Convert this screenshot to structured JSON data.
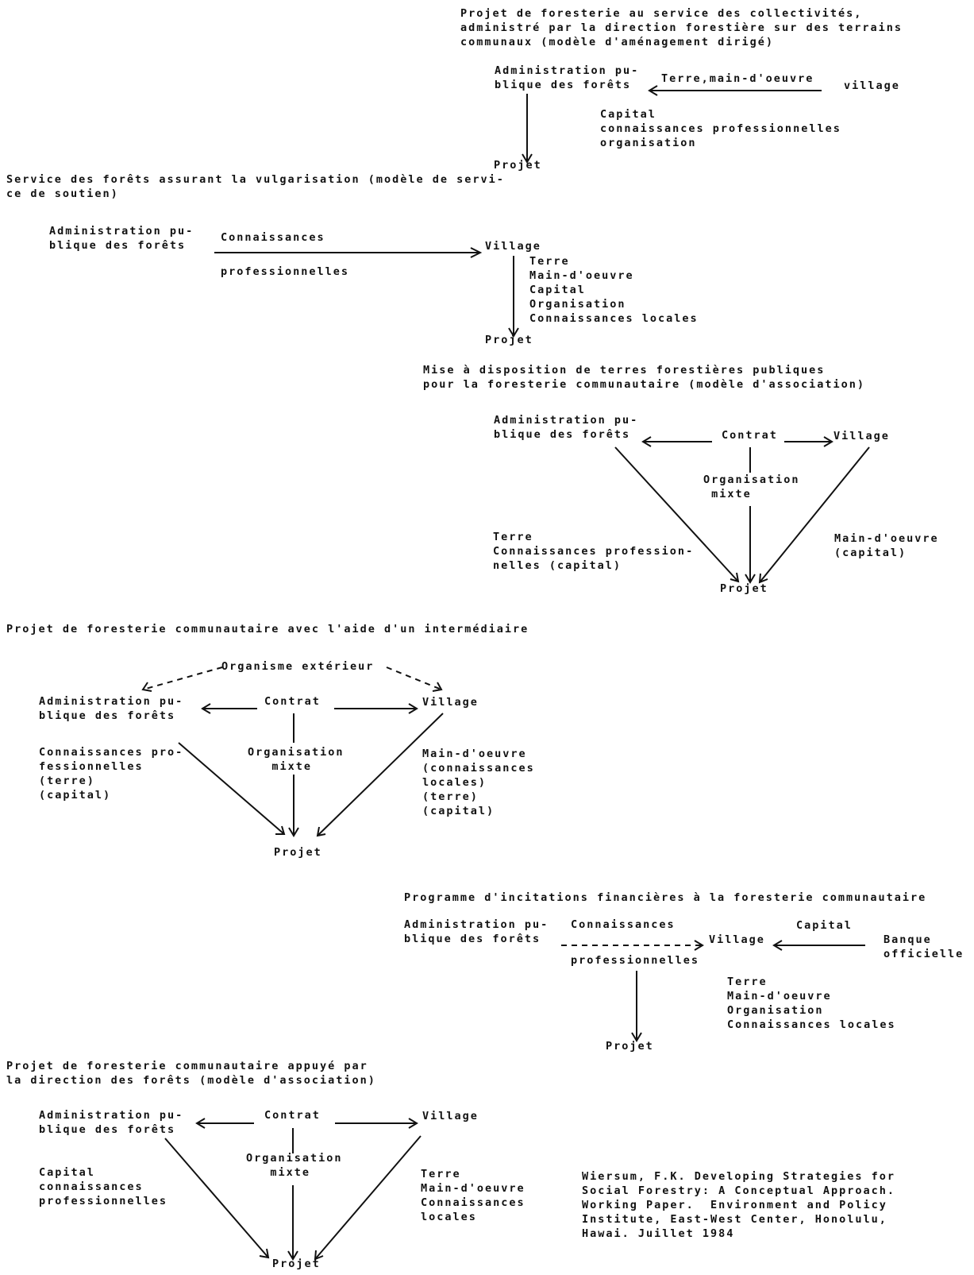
{
  "d1": {
    "title": "Projet de foresterie au service des collectivités,\nadministré par la direction forestière sur des terrains\ncommunaux (modèle d'aménagement dirigé)",
    "admin": "Administration pu-\nblique des forêts",
    "flow": "Terre,main-d'oeuvre",
    "village": "village",
    "resources": "Capital\nconnaissances professionnelles\norganisation",
    "projet": "Projet"
  },
  "d2": {
    "title": "Service des forêts assurant la vulgarisation (modèle de servi-\nce de soutien)",
    "admin": "Administration pu-\nblique des forêts",
    "flow_top": "Connaissances",
    "flow_bottom": "professionnelles",
    "village": "Village",
    "resources": "Terre\nMain-d'oeuvre\nCapital\nOrganisation\nConnaissances locales",
    "projet": "Projet"
  },
  "d3": {
    "title": "Mise à disposition de terres forestières publiques\npour la foresterie communautaire (modèle d'association)",
    "admin": "Administration pu-\nblique des forêts",
    "contrat": "Contrat",
    "village": "Village",
    "org": "Organisation\n mixte",
    "left_resources": "Terre\nConnaissances profession-\nnelles (capital)",
    "right_resources": "Main-d'oeuvre\n(capital)",
    "projet": "Projet"
  },
  "d4": {
    "title": "Projet de foresterie communautaire avec l'aide d'un intermédiaire",
    "external": "Organisme extérieur",
    "admin": "Administration pu-\nblique des forêts",
    "contrat": "Contrat",
    "village": "Village",
    "org": "Organisation\n   mixte",
    "left_resources": "Connaissances pro-\nfessionnelles\n(terre)\n(capital)",
    "right_resources": "Main-d'oeuvre\n(connaissances\nlocales)\n(terre)\n(capital)",
    "projet": "Projet"
  },
  "d5": {
    "title": "Programme d'incitations financières à la foresterie communautaire",
    "admin": "Administration pu-\nblique des forêts",
    "flow_top": "Connaissances",
    "flow_bottom": "professionnelles",
    "village": "Village",
    "capital": "Capital",
    "bank": "Banque\nofficielle",
    "resources": "Terre\nMain-d'oeuvre\nOrganisation\nConnaissances locales",
    "projet": "Projet"
  },
  "d6": {
    "title": "Projet de foresterie communautaire appuyé par\nla direction des forêts (modèle d'association)",
    "admin": "Administration pu-\nblique des forêts",
    "contrat": "Contrat",
    "village": "Village",
    "org": "Organisation\n   mixte",
    "left_resources": "Capital\nconnaissances\nprofessionnelles",
    "right_resources": "Terre\nMain-d'oeuvre\nConnaissances\nlocales",
    "projet": "Projet"
  },
  "citation": "Wiersum, F.K. Developing Strategies for\nSocial Forestry: A Conceptual Approach.\nWorking Paper.  Environment and Policy\nInstitute, East-West Center, Honolulu,\nHawai. Juillet 1984"
}
